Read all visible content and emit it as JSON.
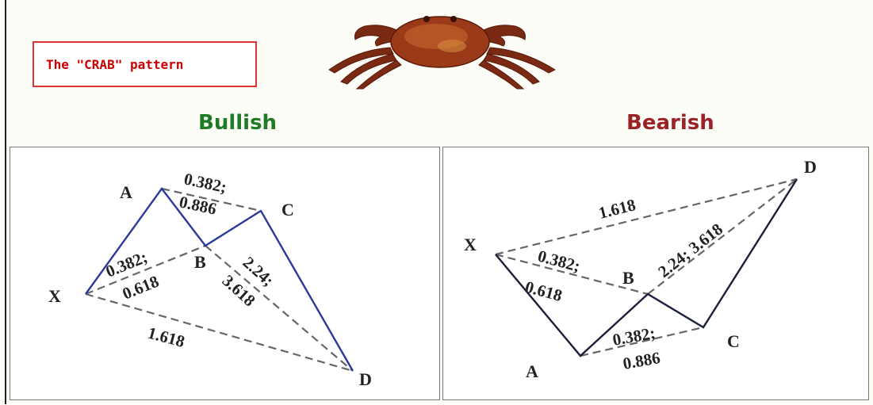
{
  "title": "The \"CRAB\" pattern",
  "bullish": {
    "heading": "Bullish",
    "points": {
      "x": "X",
      "a": "A",
      "b": "B",
      "c": "C",
      "d": "D"
    },
    "ratios": {
      "ab_top": "0.382;",
      "ab_bottom": "0.886",
      "xb_top": "0.382;",
      "xb_bottom": "0.618",
      "bd_top": "2.24;",
      "bd_bottom": "3.618",
      "xd": "1.618"
    }
  },
  "bearish": {
    "heading": "Bearish",
    "points": {
      "x": "X",
      "a": "A",
      "b": "B",
      "c": "C",
      "d": "D"
    },
    "ratios": {
      "xd": "1.618",
      "xb_top": "0.382;",
      "xb_bottom": "0.618",
      "bd": "2.24; 3.618",
      "ac_top": "0.382;",
      "ac_bottom": "0.886"
    }
  },
  "colors": {
    "bull_line": "#2b3a9a",
    "bear_line": "#1a1f3a",
    "dash": "#666666",
    "bull_heading": "#1f7a25",
    "bear_heading": "#9b2226",
    "title": "#cc0000"
  },
  "icons": {
    "crab": "crab-image"
  }
}
